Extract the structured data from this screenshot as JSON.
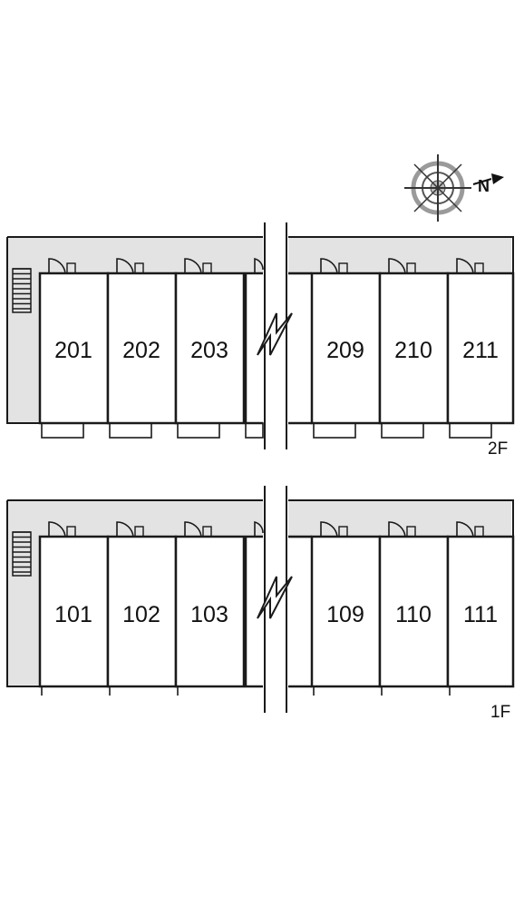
{
  "compass": {
    "label": "N"
  },
  "floors": [
    {
      "id": "2f",
      "label": "2F",
      "units": [
        "201",
        "202",
        "203",
        "209",
        "210",
        "211"
      ]
    },
    {
      "id": "1f",
      "label": "1F",
      "units": [
        "101",
        "102",
        "103",
        "109",
        "110",
        "111"
      ]
    }
  ],
  "colors": {
    "walkway": "#e3e3e3",
    "line": "#1a1a1a",
    "compass_ring": "#9a9a9a"
  }
}
